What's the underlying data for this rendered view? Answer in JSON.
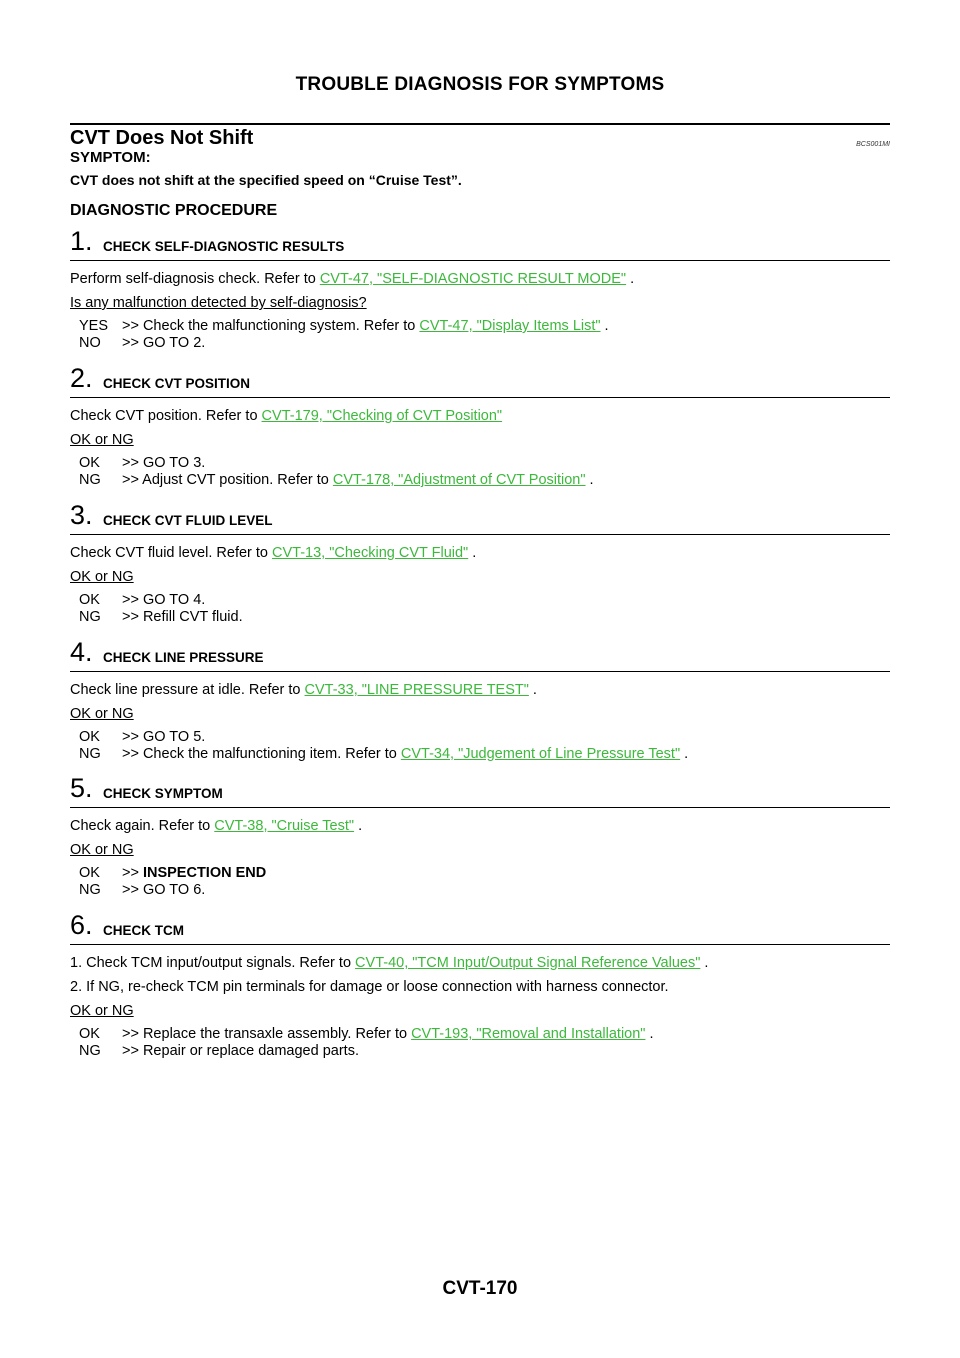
{
  "header": {
    "title": "TROUBLE DIAGNOSIS FOR SYMPTOMS"
  },
  "section": {
    "title": "CVT Does Not Shift",
    "code": "BCS001MI",
    "symptom_label": "SYMPTOM:",
    "symptom_text": "CVT does not shift at the specified speed on “Cruise Test”.",
    "procedure_title": "DIAGNOSTIC PROCEDURE"
  },
  "steps": [
    {
      "num": "1.",
      "title": "CHECK SELF-DIAGNOSTIC RESULTS",
      "text": "Perform self-diagnosis check. Refer to ",
      "link": "CVT-47, \"SELF-DIAGNOSTIC RESULT MODE\"",
      "suffix": " .",
      "question": "Is any malfunction detected by self-diagnosis?",
      "answers": [
        {
          "key": "YES",
          "text": ">> Check the malfunctioning system. Refer to ",
          "link": "CVT-47, \"Display Items List\"",
          "suffix": " ."
        },
        {
          "key": "NO",
          "text": ">> GO TO 2."
        }
      ]
    },
    {
      "num": "2.",
      "title": "CHECK CVT POSITION",
      "text": "Check CVT position. Refer to ",
      "link": "CVT-179, \"Checking of CVT Position\"",
      "suffix": "",
      "question": "OK or NG",
      "answers": [
        {
          "key": "OK",
          "text": ">> GO TO 3."
        },
        {
          "key": "NG",
          "text": ">> Adjust CVT position. Refer to ",
          "link": "CVT-178, \"Adjustment of CVT Position\"",
          "suffix": " ."
        }
      ]
    },
    {
      "num": "3.",
      "title": "CHECK CVT FLUID LEVEL",
      "text": "Check CVT fluid level. Refer to ",
      "link": "CVT-13, \"Checking CVT Fluid\"",
      "suffix": " .",
      "question": "OK or NG",
      "answers": [
        {
          "key": "OK",
          "text": ">> GO TO 4."
        },
        {
          "key": "NG",
          "text": ">> Refill CVT fluid."
        }
      ]
    },
    {
      "num": "4.",
      "title": "CHECK LINE PRESSURE",
      "text": "Check line pressure at idle. Refer to ",
      "link": "CVT-33, \"LINE PRESSURE TEST\"",
      "suffix": " .",
      "question": "OK or NG",
      "answers": [
        {
          "key": "OK",
          "text": ">> GO TO 5."
        },
        {
          "key": "NG",
          "text": ">> Check the malfunctioning item. Refer to ",
          "link": "CVT-34, \"Judgement of Line Pressure Test\"",
          "suffix": " ."
        }
      ]
    },
    {
      "num": "5.",
      "title": "CHECK SYMPTOM",
      "text": "Check again. Refer to ",
      "link": "CVT-38, \"Cruise Test\"",
      "suffix": " .",
      "question": "OK or NG",
      "answers": [
        {
          "key": "OK",
          "text": ">> ",
          "bold": "INSPECTION END"
        },
        {
          "key": "NG",
          "text": ">> GO TO 6."
        }
      ]
    },
    {
      "num": "6.",
      "title": "CHECK TCM",
      "line1_text": "1.   Check TCM input/output signals. Refer to ",
      "line1_link": "CVT-40, \"TCM Input/Output Signal Reference Values\"",
      "line1_suffix": " .",
      "line2_text": "2.   If NG, re-check TCM pin terminals for damage or loose connection with harness connector.",
      "question": "OK or NG",
      "answers": [
        {
          "key": "OK",
          "text": ">> Replace the transaxle assembly. Refer to ",
          "link": "CVT-193, \"Removal and Installation\"",
          "suffix": " ."
        },
        {
          "key": "NG",
          "text": ">> Repair or replace damaged parts."
        }
      ]
    }
  ],
  "footer": {
    "page": "CVT-170"
  },
  "colors": {
    "link": "#3db83d",
    "text": "#000000"
  }
}
